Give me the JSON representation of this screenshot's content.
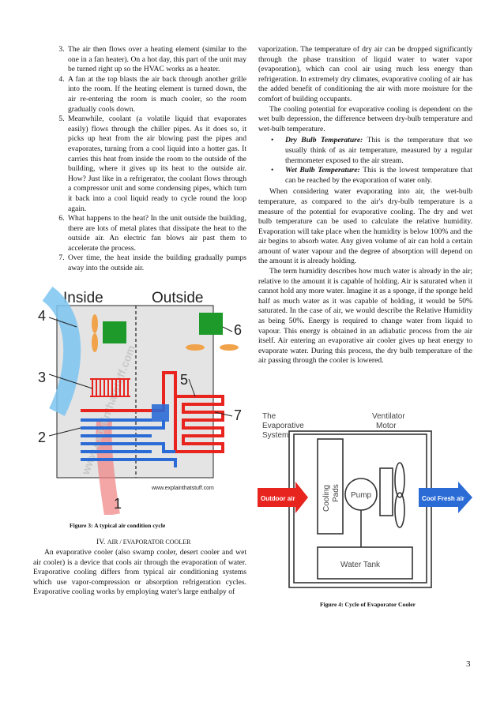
{
  "left_list": [
    {
      "n": "3.",
      "text": "The air then flows over a heating element (similar to the one in a fan heater). On a hot day, this part of the unit may be turned right up so the HVAC works as a heater."
    },
    {
      "n": "4.",
      "text": "A fan at the top blasts the air back through another grille into the room. If the heating element is turned down, the air re-entering the room is much cooler, so the room gradually cools down."
    },
    {
      "n": "5.",
      "text": "Meanwhile, coolant (a volatile liquid that evaporates easily) flows through the chiller pipes. As it does so, it picks up heat from the air blowing past the pipes and evaporates, turning from a cool liquid into a hotter gas. It carries this heat from inside the room to the outside of the building, where it gives up its heat to the outside air. How? Just like in a refrigerator, the coolant flows through a compressor unit and some condensing pipes, which turn it back into a cool liquid ready to cycle round the loop again."
    },
    {
      "n": "6.",
      "text": "What happens to the heat? In the unit outside the building, there are lots of metal plates that dissipate the heat to the outside air. An electric fan blows air past them to accelerate the process."
    },
    {
      "n": "7.",
      "text": "Over time, the heat inside the building gradually pumps away into the outside air."
    }
  ],
  "figure3": {
    "label_inside": "Inside",
    "label_outside": "Outside",
    "numbers": [
      "1",
      "2",
      "3",
      "4",
      "5",
      "6",
      "7"
    ],
    "url": "www.explainthatstuff.com",
    "caption": "Figure 3: A typical air condition cycle"
  },
  "section_heading": {
    "roman": "IV.",
    "text": "Air / Evaporator Cooler"
  },
  "left_para": "An evaporative cooler (also swamp cooler, desert cooler and wet air cooler) is a device that cools air through the evaporation of water. Evaporative cooling differs from typical air conditioning systems which use vapor-compression or absorption refrigeration cycles. Evaporative cooling works by employing water's large enthalpy of",
  "right_p1": "vaporization. The temperature of dry air can be dropped significantly through the phase transition of liquid water to water vapor (evaporation), which can cool air using much less energy than refrigeration. In extremely dry climates, evaporative cooling of air has the added benefit of conditioning the air with more moisture for the comfort of building occupants.",
  "right_p2": "The cooling potential for evaporative cooling is dependent on the wet bulb depression, the difference between dry-bulb temperature and wet-bulb temperature.",
  "bullets": [
    {
      "term": "Dry Bulb Temperature:",
      "text": " This is the temperature that we usually think of as air temperature, measured by a regular thermometer exposed to the air stream."
    },
    {
      "term": "Wet Bulb Temperature:",
      "text": " This is the lowest temperature that can be reached by the evaporation of water only."
    }
  ],
  "right_p3": "When considering water evaporating into air, the wet-bulb temperature, as compared to the air's dry-bulb temperature is a measure of the potential for evaporative cooling. The dry and wet bulb temperature can be used to calculate the relative humidity. Evaporation will take place when the humidity is below 100% and the air begins to absorb water. Any given volume of air can hold a certain amount of water vapour and the degree of absorption will depend on the amount it is already holding.",
  "right_p4": "The term humidity describes how much water is already in the air; relative to the amount it is capable of holding. Air is saturated when it cannot hold any more water. Imagine it as a sponge, if the sponge held half as much water as it was capable of holding, it would be 50% saturated. In the case of air, we would describe the Relative Humidity as being 50%. Energy is required to change water from liquid to vapour. This energy is obtained in an adiabatic process from the air itself. Air entering an evaporative air cooler gives up heat energy to evaporate water. During this process, the dry bulb temperature of the air passing through the cooler is lowered.",
  "figure4": {
    "title_lines": [
      "The",
      "Evaporative",
      "System"
    ],
    "ventilator_lines": [
      "Ventilator",
      "Motor"
    ],
    "pads_lines": [
      "Cooling",
      "Pads"
    ],
    "pump": "Pump",
    "tank": "Water Tank",
    "outdoor_air": "Outdoor air",
    "fresh_air": "Cool Fresh air",
    "caption": "Figure 4: Cycle of Evaporator Cooler"
  },
  "page_number": "3",
  "colors": {
    "red": "#e8241f",
    "blue": "#2a6bd6",
    "green": "#1e9a2b",
    "orange": "#f0a34a",
    "grey_bg": "#e2e2e2"
  }
}
